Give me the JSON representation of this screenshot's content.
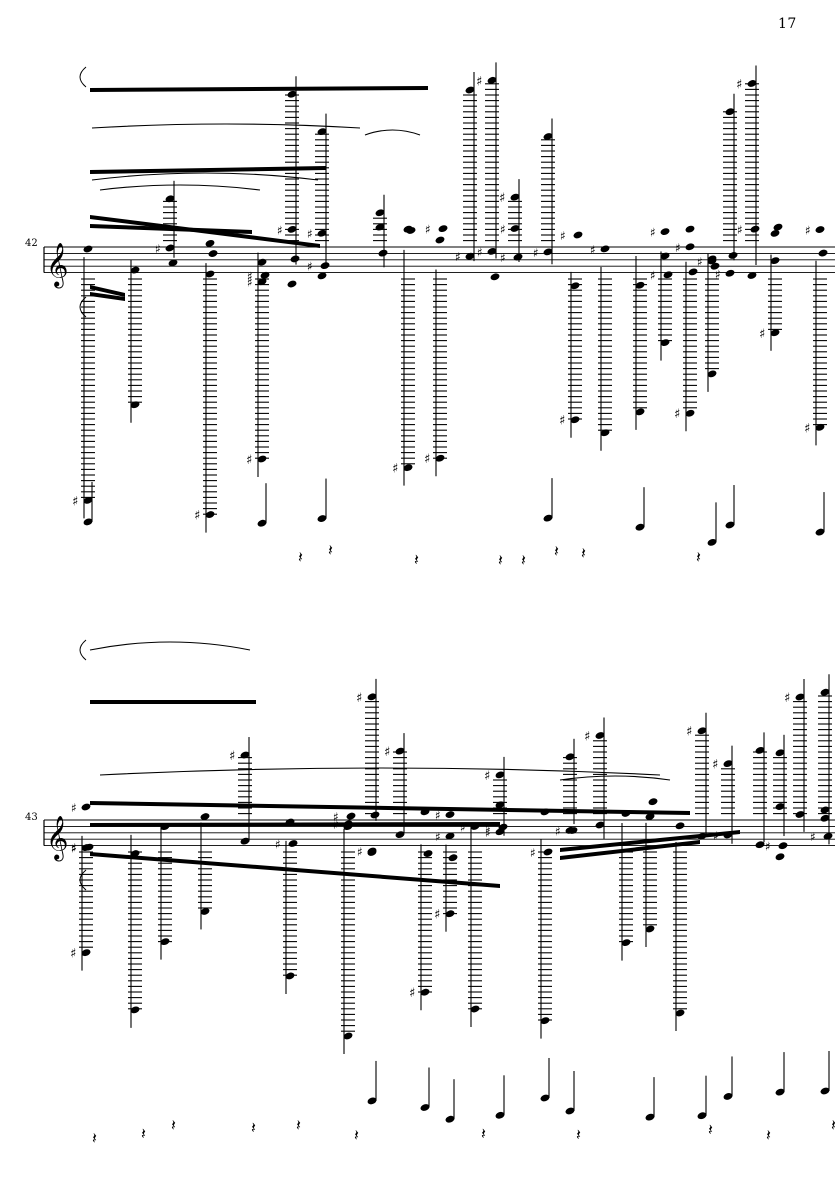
{
  "page": {
    "number": "17"
  },
  "systems": [
    {
      "measure_number": "42",
      "clef": "treble"
    },
    {
      "measure_number": "43",
      "clef": "treble"
    }
  ],
  "colors": {
    "ink": "#000000",
    "paper": "#ffffff"
  }
}
